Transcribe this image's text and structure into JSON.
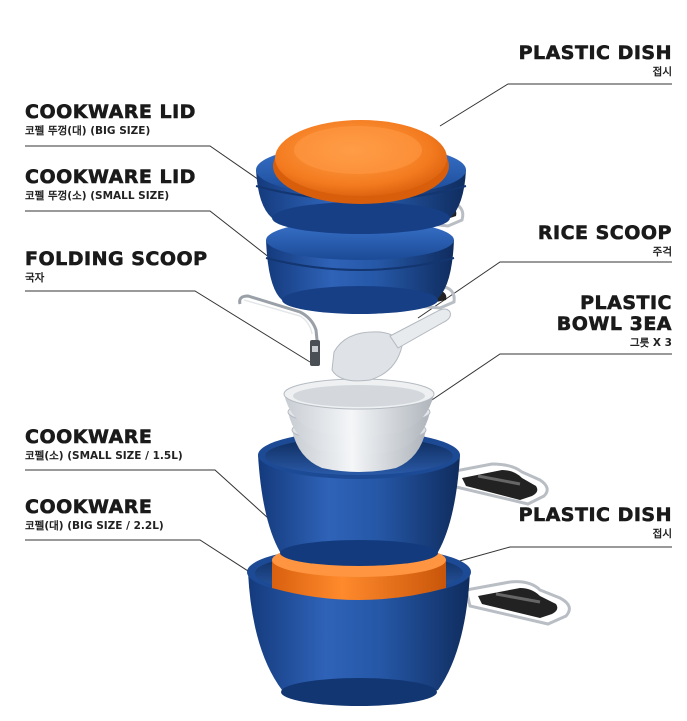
{
  "labels": {
    "plastic_dish_top": {
      "title": "PLASTIC DISH",
      "sub": "접시"
    },
    "cookware_lid_big": {
      "title": "COOKWARE LID",
      "sub": "코펠 뚜껑(대) (BIG SIZE)"
    },
    "cookware_lid_small": {
      "title": "COOKWARE LID",
      "sub": "코펠 뚜껑(소) (SMALL SIZE)"
    },
    "rice_scoop": {
      "title": "RICE SCOOP",
      "sub": "주걱"
    },
    "folding_scoop": {
      "title": "FOLDING SCOOP",
      "sub": "국자"
    },
    "plastic_bowl": {
      "title_line1": "PLASTIC",
      "title_line2": "BOWL 3EA",
      "sub": "그릇 X 3"
    },
    "cookware_small": {
      "title": "COOKWARE",
      "sub": "코펠(소) (SMALL SIZE / 1.5L)"
    },
    "cookware_big": {
      "title": "COOKWARE",
      "sub": "코펠(대) (BIG SIZE / 2.2L)"
    },
    "plastic_dish_bottom": {
      "title": "PLASTIC DISH",
      "sub": "접시"
    }
  },
  "colors": {
    "pot_blue": "#1f4e9c",
    "pot_blue_dark": "#123672",
    "pot_blue_light": "#3b73c9",
    "dish_orange": "#f07a1e",
    "dish_orange_light": "#ff9a3c",
    "bowl_white": "#e9ecef",
    "handle_black": "#222222",
    "leader_line": "#333333"
  }
}
